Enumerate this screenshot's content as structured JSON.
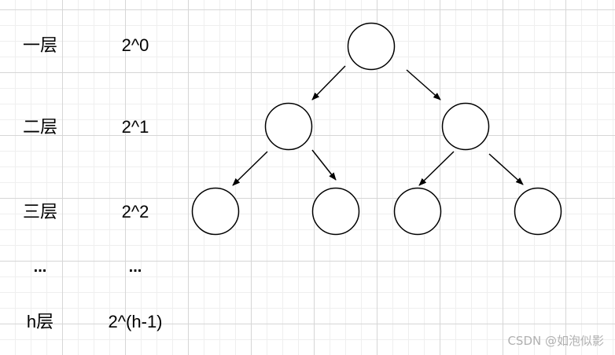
{
  "levels": [
    {
      "name": "一层",
      "count": "2^0"
    },
    {
      "name": "二层",
      "count": "2^1"
    },
    {
      "name": "三层",
      "count": "2^2"
    },
    {
      "name": "...",
      "count": "..."
    },
    {
      "name": "h层",
      "count": "2^(h-1)"
    }
  ],
  "tree": {
    "nodes": 7,
    "edges": 6,
    "node_fill": "#ffffff",
    "stroke_color": "#000000"
  },
  "watermark": "CSDN @如泡似影"
}
